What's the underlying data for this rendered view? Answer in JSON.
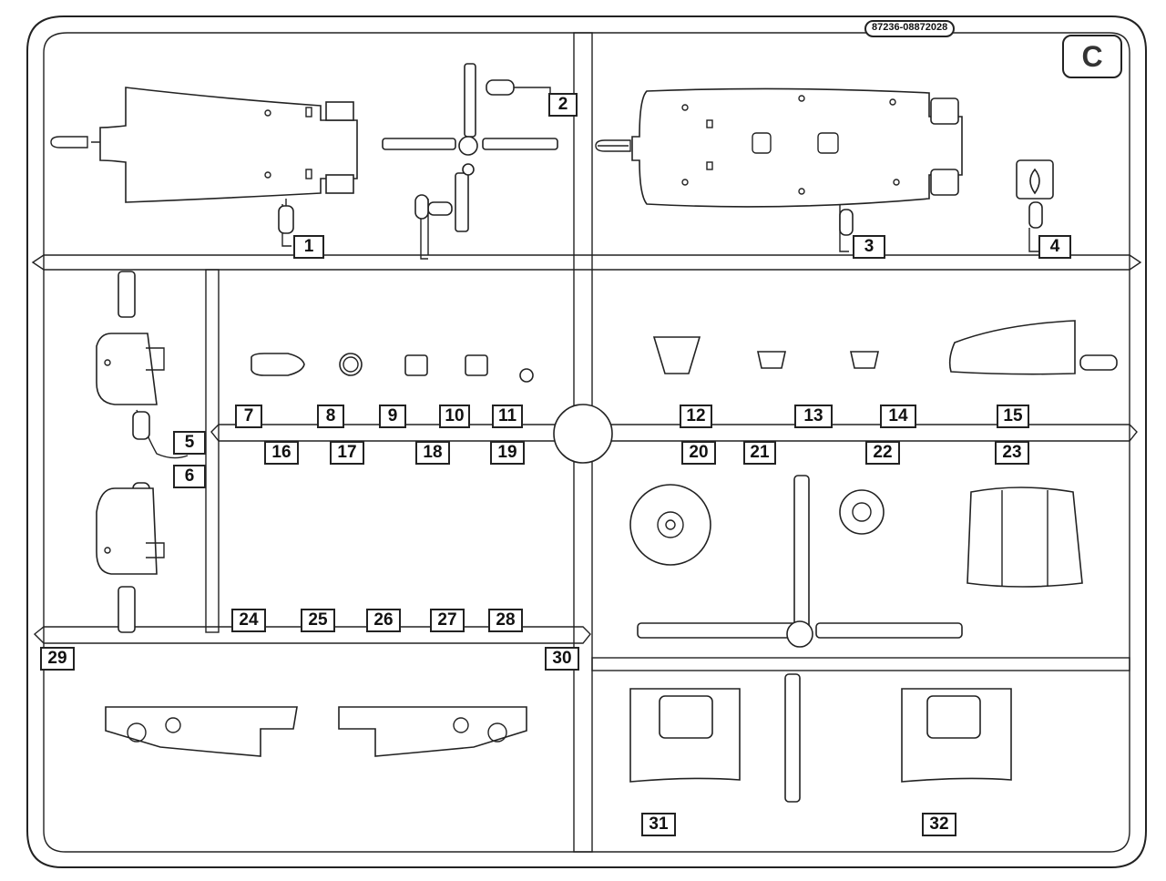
{
  "sprue": {
    "code": "87236-08872028",
    "letter": "C"
  },
  "parts": [
    {
      "number": "1"
    },
    {
      "number": "2"
    },
    {
      "number": "3"
    },
    {
      "number": "4"
    },
    {
      "number": "5"
    },
    {
      "number": "6"
    },
    {
      "number": "7"
    },
    {
      "number": "8"
    },
    {
      "number": "9"
    },
    {
      "number": "10"
    },
    {
      "number": "11"
    },
    {
      "number": "12"
    },
    {
      "number": "13"
    },
    {
      "number": "14"
    },
    {
      "number": "15"
    },
    {
      "number": "16"
    },
    {
      "number": "17"
    },
    {
      "number": "18"
    },
    {
      "number": "19"
    },
    {
      "number": "20"
    },
    {
      "number": "21"
    },
    {
      "number": "22"
    },
    {
      "number": "23"
    },
    {
      "number": "24"
    },
    {
      "number": "25"
    },
    {
      "number": "26"
    },
    {
      "number": "27"
    },
    {
      "number": "28"
    },
    {
      "number": "29"
    },
    {
      "number": "30"
    },
    {
      "number": "31"
    },
    {
      "number": "32"
    }
  ]
}
